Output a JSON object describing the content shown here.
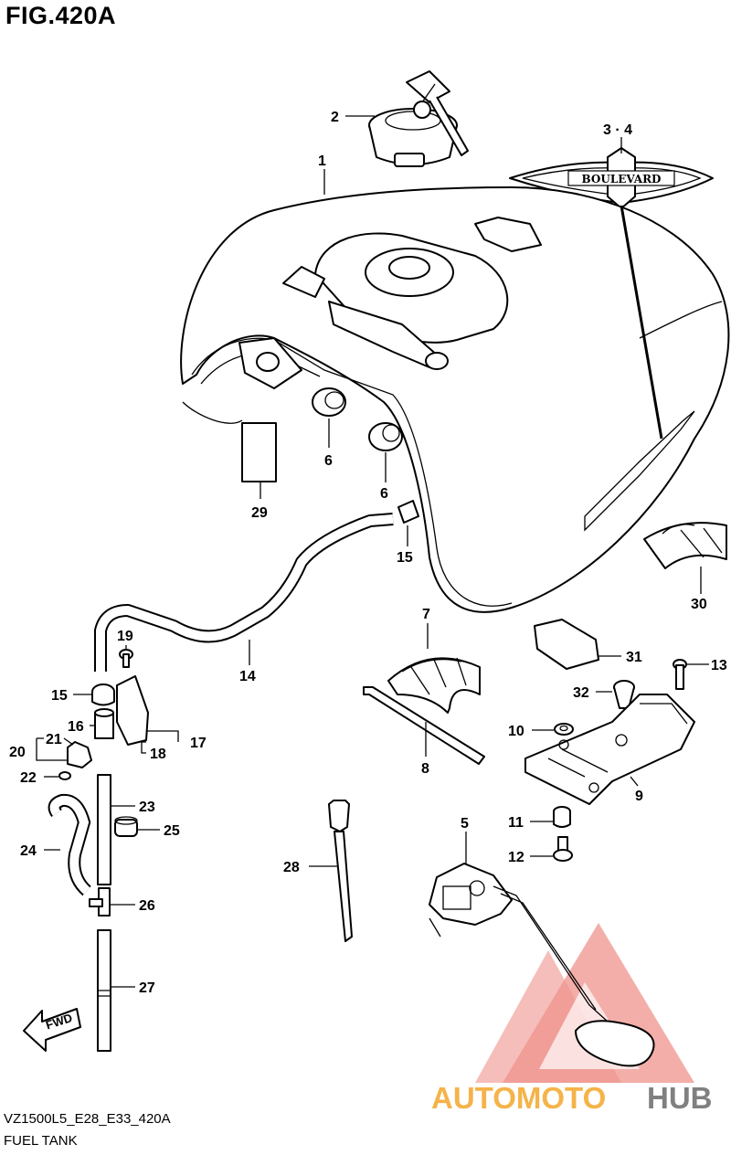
{
  "figure": {
    "title": "FIG.420A",
    "model_code": "VZ1500L5_E28_E33_420A",
    "caption": "FUEL TANK"
  },
  "callouts": {
    "p1": "1",
    "p2": "2",
    "p34": "3 · 4",
    "p5": "5",
    "p6a": "6",
    "p6b": "6",
    "p7": "7",
    "p8": "8",
    "p9": "9",
    "p10": "10",
    "p11": "11",
    "p12": "12",
    "p13": "13",
    "p14": "14",
    "p15a": "15",
    "p15b": "15",
    "p16": "16",
    "p17": "17",
    "p18": "18",
    "p19": "19",
    "p20": "20",
    "p21": "21",
    "p22": "22",
    "p23": "23",
    "p24": "24",
    "p25": "25",
    "p26": "26",
    "p27": "27",
    "p28": "28",
    "p29": "29",
    "p30": "30",
    "p31": "31",
    "p32": "32"
  },
  "emblem_text": "BOULEVARD",
  "fwd_label": "FWD",
  "watermark": {
    "part1": "AUTOMOTO",
    "part2": "HUB",
    "color_primary": "#f4a62a",
    "color_secondary": "#6b6b6b",
    "triangle_color": "#e23a2e"
  }
}
